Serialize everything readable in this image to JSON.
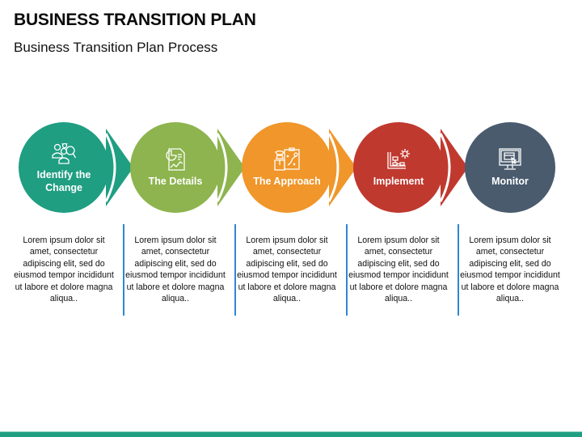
{
  "header": {
    "title": "BUSINESS TRANSITION PLAN",
    "subtitle": "Business Transition Plan Process"
  },
  "colors": {
    "teal": "#1f9e82",
    "green": "#8db44e",
    "orange": "#f0962a",
    "red": "#c0392f",
    "slate": "#4a5b6e",
    "separator": "#2f86d2",
    "footer_bar": "#1f9e82"
  },
  "steps": [
    {
      "label": "Identify the Change",
      "icon": "team-search-icon",
      "color": "#1f9e82",
      "description": "Lorem ipsum dolor sit amet, consectetur adipiscing elit, sed do eiusmod tempor incididunt ut labore et dolore magna aliqua.."
    },
    {
      "label": "The Details",
      "icon": "report-chart-icon",
      "color": "#8db44e",
      "description": "Lorem ipsum dolor sit amet, consectetur adipiscing elit, sed do eiusmod tempor incididunt ut labore et dolore magna aliqua.."
    },
    {
      "label": "The Approach",
      "icon": "strategy-board-icon",
      "color": "#f0962a",
      "description": "Lorem ipsum dolor sit amet, consectetur adipiscing elit, sed do eiusmod tempor incididunt ut labore et dolore magna aliqua.."
    },
    {
      "label": "Implement",
      "icon": "gear-flowchart-icon",
      "color": "#c0392f",
      "description": "Lorem ipsum dolor sit amet, consectetur adipiscing elit, sed do eiusmod tempor incididunt ut labore et dolore magna aliqua.."
    },
    {
      "label": "Monitor",
      "icon": "monitor-icon",
      "color": "#4a5b6e",
      "description": "Lorem ipsum dolor sit amet, consectetur adipiscing elit, sed do eiusmod tempor incididunt ut labore et dolore magna aliqua.."
    }
  ]
}
